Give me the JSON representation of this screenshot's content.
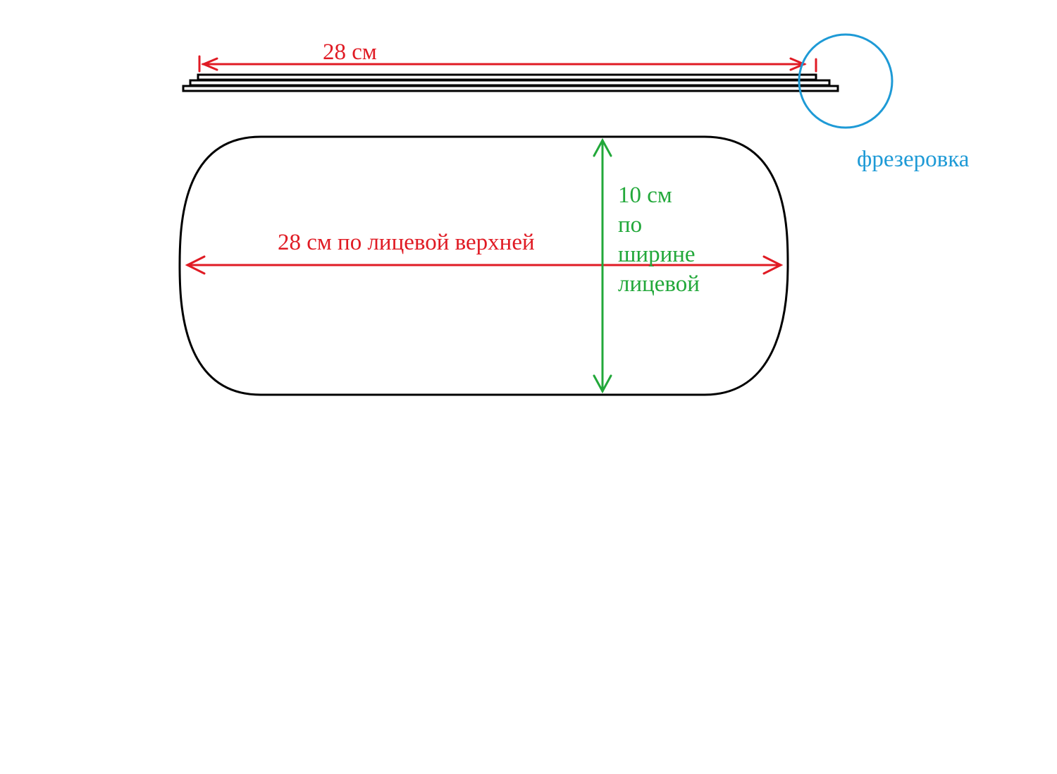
{
  "labels": {
    "top_length": "28 см",
    "face_length": "28 см по лицевой верхней",
    "width_lines": [
      "10 см",
      "по",
      "ширине",
      "лицевой"
    ],
    "milling": "фрезеровка"
  },
  "colors": {
    "outline": "#000000",
    "length_dimension": "#e01b24",
    "width_dimension": "#22a83a",
    "milling_callout": "#1e9ad6",
    "background": "#ffffff"
  }
}
